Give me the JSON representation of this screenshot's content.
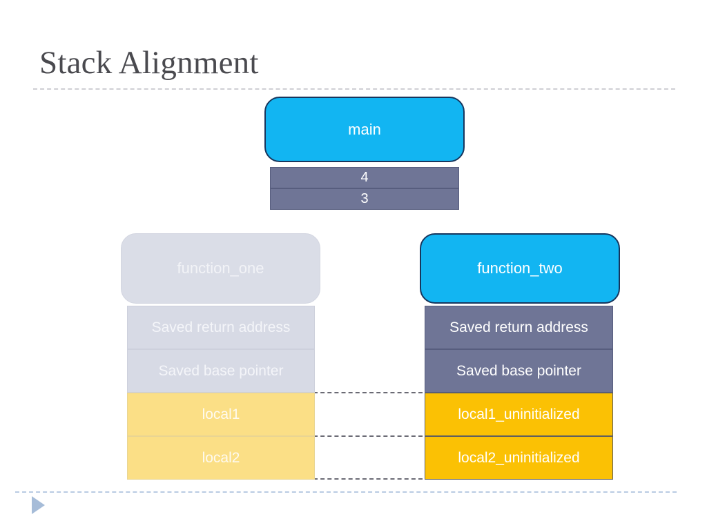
{
  "slide": {
    "title": "Stack Alignment",
    "background_color": "#ffffff",
    "title_color": "#4a4a4f"
  },
  "colors": {
    "active_header": "#12b5f2",
    "active_header_border": "#17365d",
    "ghost_header": "#dadde7",
    "active_gray": "#6f7596",
    "ghost_gray": "#d7dae5",
    "active_gold": "#fbc104",
    "ghost_gold": "#fbdf86",
    "connector": "#6a6a74",
    "title_rule": "#cfcfd4",
    "bottom_rule": "#b9cbe3",
    "triangle": "#a6bcd8"
  },
  "main_stack": {
    "header": "main",
    "slots": [
      {
        "label": "4"
      },
      {
        "label": "3"
      }
    ]
  },
  "left_stack": {
    "header": "function_one",
    "state": "ghost",
    "slots": [
      {
        "label": "Saved return address",
        "kind": "gray"
      },
      {
        "label": "Saved base pointer",
        "kind": "gray"
      },
      {
        "label": "local1",
        "kind": "gold"
      },
      {
        "label": "local2",
        "kind": "gold"
      }
    ]
  },
  "right_stack": {
    "header": "function_two",
    "state": "active",
    "slots": [
      {
        "label": "Saved return address",
        "kind": "gray"
      },
      {
        "label": "Saved base pointer",
        "kind": "gray"
      },
      {
        "label": "local1_uninitialized",
        "kind": "gold"
      },
      {
        "label": "local2_uninitialized",
        "kind": "gold"
      }
    ]
  },
  "connectors": [
    {
      "name": "connector-local1"
    },
    {
      "name": "connector-local2"
    },
    {
      "name": "connector-stack-bottom"
    }
  ],
  "decorations": {
    "bottom_marker": "play-triangle"
  }
}
